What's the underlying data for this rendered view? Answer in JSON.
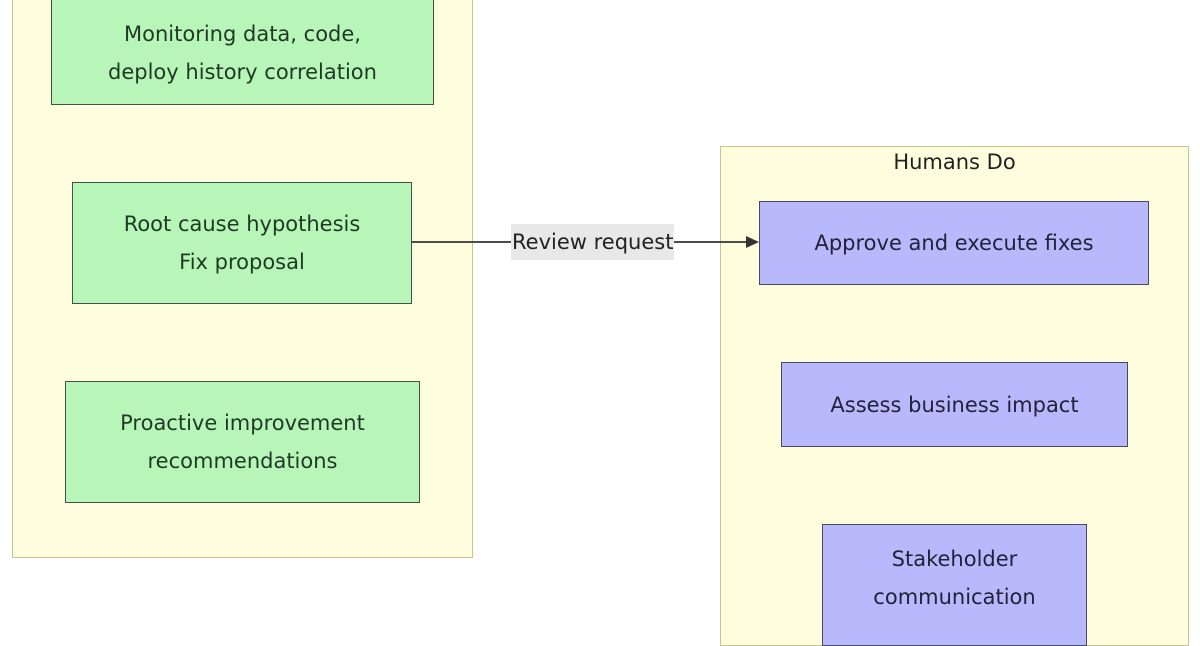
{
  "diagram": {
    "left_cluster": {
      "title": "",
      "nodes": [
        {
          "lines": [
            "Monitoring data, code,",
            "deploy history correlation"
          ]
        },
        {
          "lines": [
            "Root cause hypothesis",
            "Fix proposal"
          ]
        },
        {
          "lines": [
            "Proactive improvement",
            "recommendations"
          ]
        }
      ]
    },
    "right_cluster": {
      "title": "Humans Do",
      "nodes": [
        {
          "lines": [
            "Approve and execute fixes"
          ]
        },
        {
          "lines": [
            "Assess business impact"
          ]
        },
        {
          "lines": [
            "Stakeholder",
            "communication"
          ]
        }
      ]
    },
    "edges": [
      {
        "from": "Root cause hypothesis / Fix proposal",
        "to": "Approve and execute fixes",
        "label": "Review request"
      }
    ],
    "colors": {
      "ai_node": "#b8f5b8",
      "human_node": "#b8b8fc",
      "cluster": "#fefedf"
    }
  }
}
